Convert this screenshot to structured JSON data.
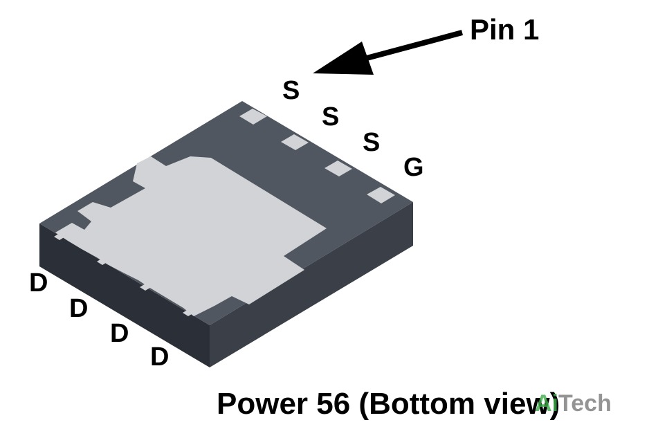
{
  "pin1_label": "Pin 1",
  "pins_top": [
    "S",
    "S",
    "S",
    "G"
  ],
  "pins_left": [
    "D",
    "D",
    "D",
    "D"
  ],
  "caption": "Power 56  (Bottom view)",
  "watermark": {
    "accent": "Ai",
    "rest": "Tech",
    "accent_color": "#3fae49"
  },
  "colors": {
    "package_top": "#515761",
    "package_side_front": "#2b2f37",
    "package_side_right": "#3a3f48",
    "pad": "#d2d3d6",
    "arrow": "#000000"
  }
}
